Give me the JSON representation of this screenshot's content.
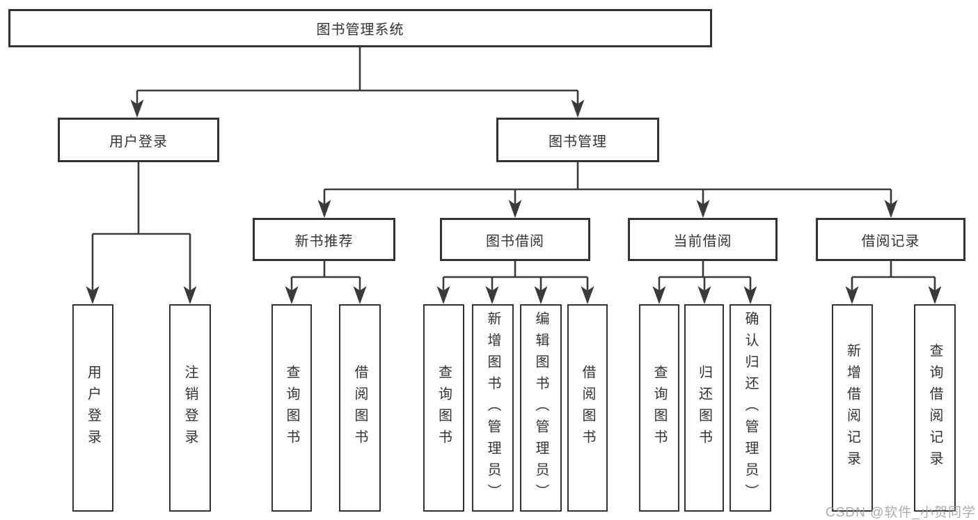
{
  "tree": {
    "label": "图书管理系统",
    "children": [
      {
        "label": "用户登录",
        "children": [
          {
            "label": "用户登录"
          },
          {
            "label": "注销登录"
          }
        ]
      },
      {
        "label": "图书管理",
        "children": [
          {
            "label": "新书推荐",
            "children": [
              {
                "label": "查询图书"
              },
              {
                "label": "借阅图书"
              }
            ]
          },
          {
            "label": "图书借阅",
            "children": [
              {
                "label": "查询图书"
              },
              {
                "label": "新增图书（管理员）"
              },
              {
                "label": "编辑图书（管理员）"
              },
              {
                "label": "借阅图书"
              }
            ]
          },
          {
            "label": "当前借阅",
            "children": [
              {
                "label": "查询图书"
              },
              {
                "label": "归还图书"
              },
              {
                "label": "确认归还（管理员）"
              }
            ]
          },
          {
            "label": "借阅记录",
            "children": [
              {
                "label": "新增借阅记录"
              },
              {
                "label": "查询借阅记录"
              }
            ]
          }
        ]
      }
    ]
  },
  "watermark": "CSDN @软件_小贺同学",
  "colors": {
    "line": "#3a3a3a",
    "box_border": "#333333",
    "text": "#333333",
    "watermark": "#9e9e9e",
    "background": "#ffffff"
  }
}
